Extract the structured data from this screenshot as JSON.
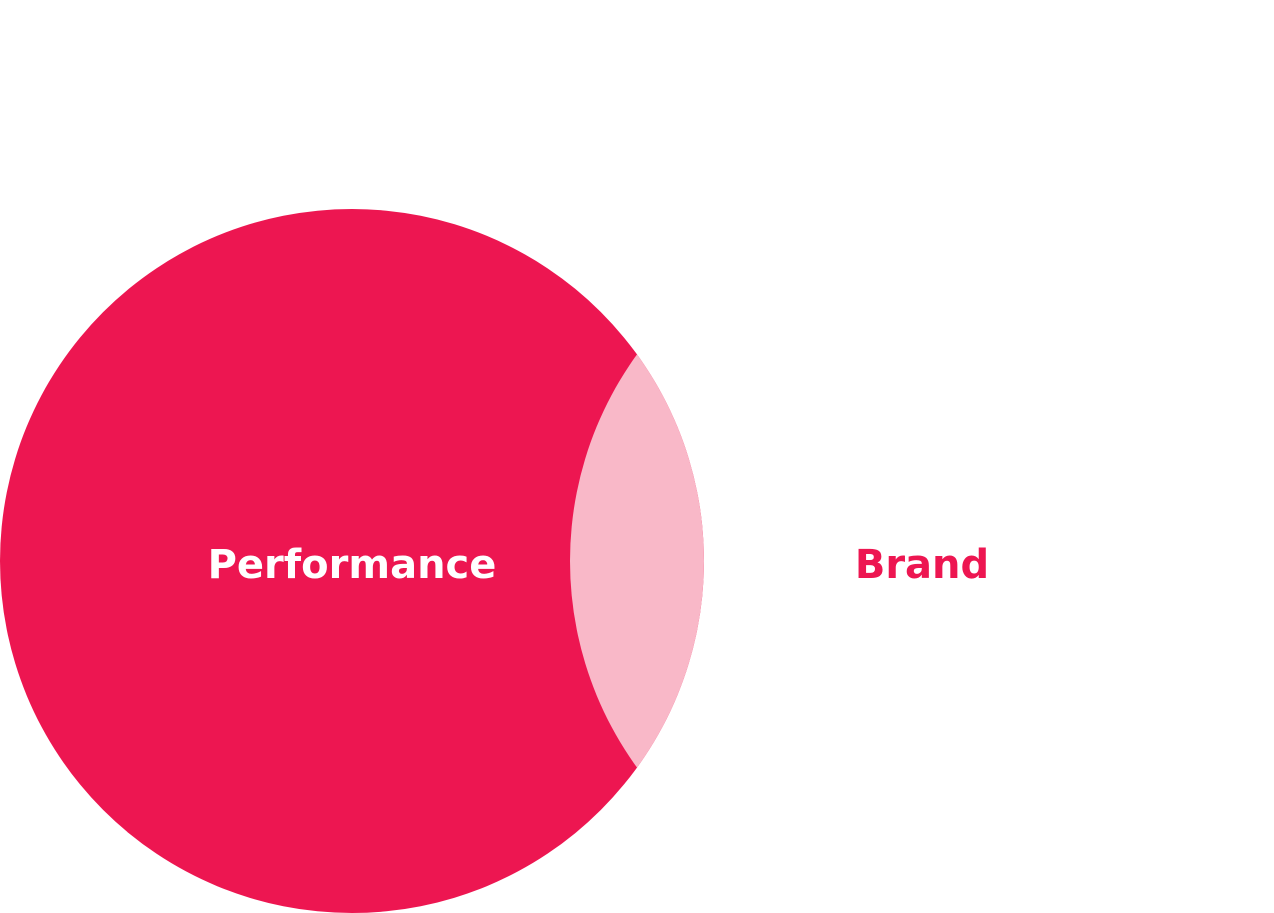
{
  "diagram": {
    "sets": [
      {
        "id": "performance",
        "label": "Performance"
      },
      {
        "id": "brand",
        "label": "Brand"
      }
    ],
    "colors": {
      "performance_fill": "#ED1651",
      "overlap_fill": "#F9B8C8",
      "performance_label": "#FFFFFF",
      "brand_label": "#ED1651",
      "background": "#FFFFFF"
    }
  }
}
